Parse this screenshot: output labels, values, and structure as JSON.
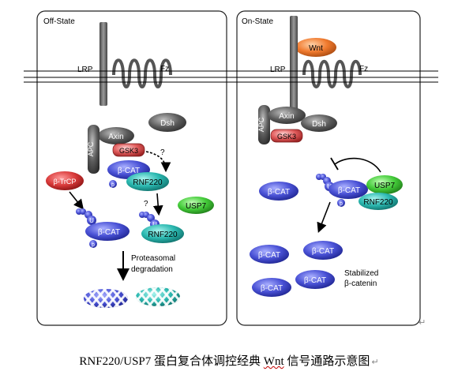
{
  "off_state": {
    "title": "Off-State",
    "lrp": "LRP",
    "fz": "Fz",
    "axin": "Axin",
    "dsh": "Dsh",
    "apc": "APC",
    "gsk3": "GSK3",
    "question1": "?",
    "question2": "?",
    "bcat": "β-CAT",
    "rnf220": "RNF220",
    "btrcp": "β-TrCP",
    "usp7": "USP7",
    "ub": "U",
    "p": "p",
    "bcat2": "β-CAT",
    "rnf220_2": "RNF220",
    "degradation_line1": "Proteasomal",
    "degradation_line2": "degradation"
  },
  "on_state": {
    "title": "On-State",
    "wnt": "Wnt",
    "lrp": "LRP",
    "fz": "Fz",
    "axin": "Axin",
    "dsh": "Dsh",
    "apc": "APC",
    "gsk3": "GSK3",
    "bcat_free": "β-CAT",
    "bcat_complex": "β-CAT",
    "usp7": "USP7",
    "rnf220": "RNF220",
    "ub": "U",
    "p": "p",
    "stabilized_bcats": [
      "β-CAT",
      "β-CAT",
      "β-CAT",
      "β-CAT"
    ],
    "stabilized_line1": "Stabilized",
    "stabilized_line2": "β-catenin"
  },
  "caption": {
    "prefix": "RNF220/USP7 蛋白复合体调控经典 ",
    "wavy": "Wnt",
    "suffix": " 信号通路示意图"
  },
  "return_mark": "↵",
  "colors": {
    "bcat": "#4a52d6",
    "rnf220": "#2bb8b0",
    "usp7": "#44cc3a",
    "gsk3": "#e05b5b",
    "btrcp": "#d93b3b",
    "wnt": "#f07a2e",
    "gray_protein": "#555555",
    "receptor": "#666666"
  }
}
